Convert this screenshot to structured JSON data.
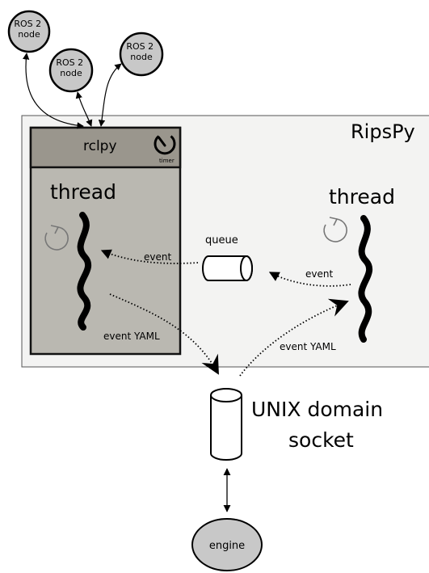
{
  "nodes": {
    "ros_a": "ROS 2\nnode",
    "ros_b": "ROS 2\nnode",
    "ros_c": "ROS 2\nnode",
    "engine": "engine"
  },
  "ripspy": {
    "title": "RipsPy",
    "rclpy_label": "rclpy",
    "timer_label": "timer",
    "left_thread_label": "thread",
    "right_thread_label": "thread",
    "queue_label": "queue"
  },
  "edges": {
    "event_to_left": "event",
    "event_to_queue": "event",
    "event_yaml_left": "event YAML",
    "event_yaml_right": "event YAML"
  },
  "socket": {
    "label_line1": "UNIX domain",
    "label_line2": "socket"
  }
}
